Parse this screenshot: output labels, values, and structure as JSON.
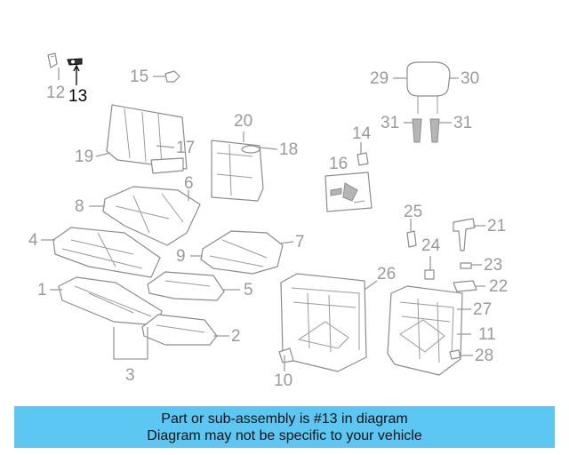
{
  "highlight": "13",
  "colors": {
    "banner": "#5cc7f2",
    "callout": "#9a9a9a",
    "highlight": "#000000"
  },
  "callouts": [
    {
      "id": "1",
      "label": "1"
    },
    {
      "id": "2",
      "label": "2"
    },
    {
      "id": "3",
      "label": "3"
    },
    {
      "id": "4",
      "label": "4"
    },
    {
      "id": "5",
      "label": "5"
    },
    {
      "id": "6",
      "label": "6"
    },
    {
      "id": "7",
      "label": "7"
    },
    {
      "id": "8",
      "label": "8"
    },
    {
      "id": "9",
      "label": "9"
    },
    {
      "id": "10",
      "label": "10"
    },
    {
      "id": "11",
      "label": "11"
    },
    {
      "id": "12",
      "label": "12"
    },
    {
      "id": "13",
      "label": "13"
    },
    {
      "id": "14",
      "label": "14"
    },
    {
      "id": "15",
      "label": "15"
    },
    {
      "id": "16",
      "label": "16"
    },
    {
      "id": "17",
      "label": "17"
    },
    {
      "id": "18",
      "label": "18"
    },
    {
      "id": "19",
      "label": "19"
    },
    {
      "id": "20",
      "label": "20"
    },
    {
      "id": "21",
      "label": "21"
    },
    {
      "id": "22",
      "label": "22"
    },
    {
      "id": "23",
      "label": "23"
    },
    {
      "id": "24",
      "label": "24"
    },
    {
      "id": "25",
      "label": "25"
    },
    {
      "id": "26",
      "label": "26"
    },
    {
      "id": "27",
      "label": "27"
    },
    {
      "id": "28",
      "label": "28"
    },
    {
      "id": "29",
      "label": "29"
    },
    {
      "id": "30",
      "label": "30"
    },
    {
      "id": "31a",
      "label": "31"
    },
    {
      "id": "31b",
      "label": "31"
    }
  ],
  "banner": {
    "line1": "Part or sub-assembly is #13 in diagram",
    "line2": "Diagram may not be specific to your vehicle"
  }
}
